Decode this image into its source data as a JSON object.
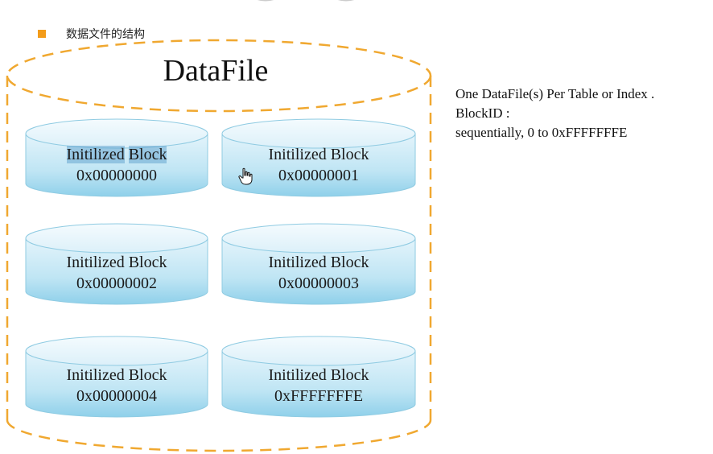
{
  "bullet": {
    "text": "数据文件的结构",
    "color": "#f39c1a"
  },
  "container": {
    "title": "DataFile",
    "border_color": "#f0a830"
  },
  "blocks": [
    {
      "label": "Initilized Block",
      "label_part1": "Initilized",
      "label_part2": "Block",
      "id": "0x00000000"
    },
    {
      "label": "Initilized Block",
      "id": "0x00000001"
    },
    {
      "label": "Initilized Block",
      "id": "0x00000002"
    },
    {
      "label": "Initilized Block",
      "id": "0x00000003"
    },
    {
      "label": "Initilized Block",
      "id": "0x00000004"
    },
    {
      "label": "Initilized Block",
      "id": "0xFFFFFFFE"
    }
  ],
  "cylinder_colors": {
    "top": "#eaf7fc",
    "body_top": "#ddf1fa",
    "body_bottom": "#9fd6ec",
    "stroke": "#7ec3de"
  },
  "info": {
    "line1": "One DataFile(s) Per Table or Index .",
    "line2": "BlockID :",
    "line3": "sequentially, 0 to 0xFFFFFFFE"
  },
  "icons": {
    "cursor": "hand-pointer-icon",
    "bullet": "square-bullet-icon"
  }
}
